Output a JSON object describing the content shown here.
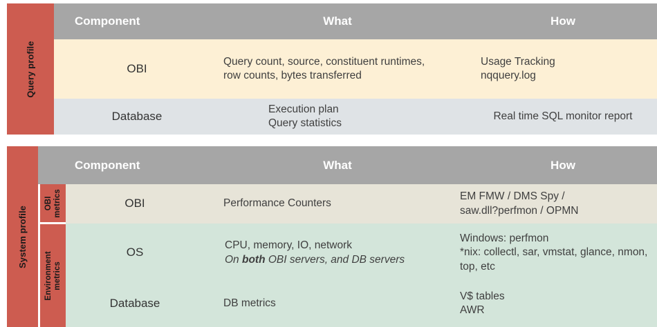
{
  "palette": {
    "profile_red": "#cd5c50",
    "header_gray": "#a6a6a6",
    "row_cream": "#fdf0d5",
    "row_bluegray": "#dfe3e6",
    "row_beige": "#e7e4d8",
    "row_mint": "#d3e5da",
    "header_text": "#ffffff",
    "body_text": "#3f3f3f"
  },
  "tables": [
    {
      "profile_label": "Query profile",
      "columns": [
        "Component",
        "What",
        "How"
      ],
      "rows": [
        {
          "component": "OBI",
          "what": "Query count, source, constituent runtimes, row counts, bytes transferred",
          "how_lines": [
            "Usage Tracking",
            "nqquery.log"
          ]
        },
        {
          "component": "Database",
          "what_lines": [
            "Execution plan",
            "Query statistics"
          ],
          "how": "Real time SQL monitor report"
        }
      ]
    },
    {
      "profile_label": "System profile",
      "columns": [
        "Component",
        "What",
        "How"
      ],
      "groups": [
        {
          "label": "OBI\nmetrics"
        },
        {
          "label": "Environment\nmetrics"
        }
      ],
      "rows": [
        {
          "group": "OBI metrics",
          "component": "OBI",
          "what": "Performance Counters",
          "how_lines": [
            "EM FMW / DMS Spy /",
            "saw.dll?perfmon / OPMN"
          ]
        },
        {
          "group": "Environment metrics",
          "component": "OS",
          "what_line1": "CPU, memory, IO, network",
          "what_line2_pre": "On ",
          "what_line2_bold": "both",
          "what_line2_post": " OBI servers, and DB servers",
          "how_lines": [
            "Windows: perfmon",
            "*nix: collectl, sar, vmstat, glance, nmon, top, etc"
          ]
        },
        {
          "group": "Environment metrics",
          "component": "Database",
          "what": "DB metrics",
          "how_lines": [
            "V$ tables",
            "AWR"
          ]
        }
      ]
    }
  ]
}
